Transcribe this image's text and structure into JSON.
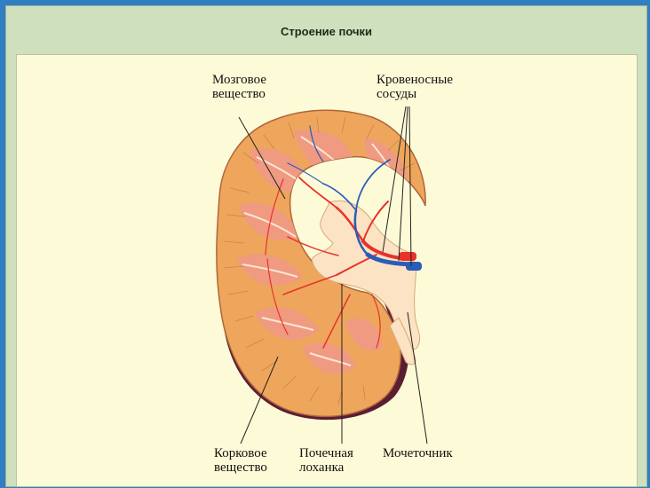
{
  "title": "Строение почки",
  "labels": {
    "medulla": [
      "Мозговое",
      "вещество"
    ],
    "vessels": [
      "Кровеносные",
      "сосуды"
    ],
    "cortex": [
      "Корковое",
      "вещество"
    ],
    "pelvis": [
      "Почечная",
      "лоханка"
    ],
    "ureter": [
      "Мочеточник"
    ]
  },
  "colors": {
    "cortex": "#eea65c",
    "medulla": "#ef9a85",
    "capsule": "#5a1e33",
    "pelvis": "#fbe3c4",
    "artery": "#e8322a",
    "vein": "#2b5cb8",
    "background": "#fdfbd7"
  }
}
